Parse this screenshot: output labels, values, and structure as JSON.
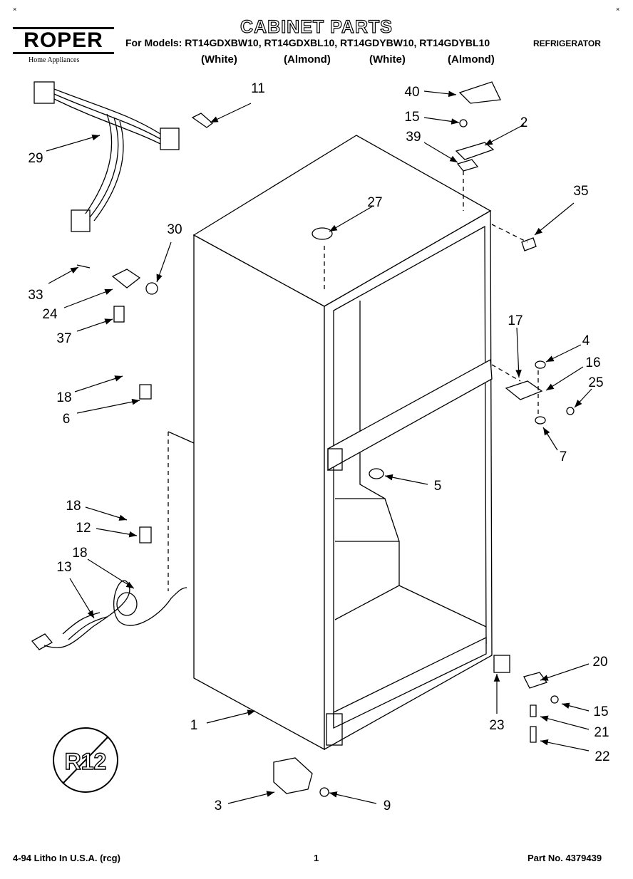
{
  "header": {
    "brand": "ROPER",
    "brand_sub": "Home Appliances",
    "title": "CABINET PARTS",
    "models_label": "For Models: RT14GDXBW10, RT14GDXBL10, RT14GDYBW10, RT14GDYBL10",
    "variants": [
      "(White)",
      "(Almond)",
      "(White)",
      "(Almond)"
    ],
    "appliance": "REFRIGERATOR"
  },
  "callouts": [
    "1",
    "2",
    "3",
    "4",
    "5",
    "6",
    "7",
    "9",
    "11",
    "12",
    "13",
    "15",
    "15",
    "16",
    "17",
    "18",
    "18",
    "18",
    "20",
    "21",
    "22",
    "23",
    "24",
    "25",
    "27",
    "29",
    "30",
    "33",
    "35",
    "37",
    "39",
    "40"
  ],
  "badge": "R12",
  "footer": {
    "left": "4-94 Litho In U.S.A. (rcg)",
    "center": "1",
    "right": "Part No. 4379439"
  }
}
